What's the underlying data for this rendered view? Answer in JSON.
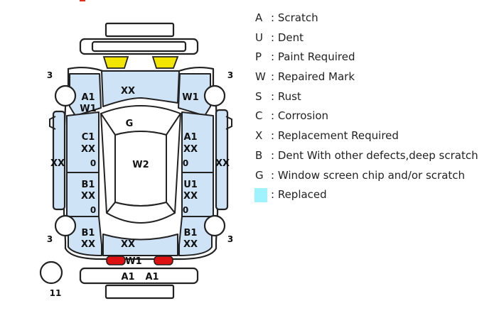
{
  "diagram": {
    "labels": {
      "hood": "XX",
      "roof_panel": "G",
      "roof": "W2",
      "left_front_fender": "A1",
      "left_front_fender_2": "W1",
      "right_front_fender": "W1",
      "left_front_door_1": "C1",
      "left_front_door_2": "XX",
      "right_front_door_1": "A1",
      "right_front_door_2": "XX",
      "left_rear_door_1": "B1",
      "left_rear_door_2": "XX",
      "right_rear_door_1": "U1",
      "right_rear_door_2": "XX",
      "left_rear_fender_1": "B1",
      "left_rear_fender_2": "XX",
      "right_rear_fender_1": "B1",
      "right_rear_fender_2": "XX",
      "trunk": "XX",
      "rear_panel": "W1",
      "rear_bumper_left": "A1",
      "rear_bumper_right": "A1",
      "left_sill": "XX",
      "right_sill": "XX",
      "door_edge_1": "0",
      "door_edge_2": "0",
      "door_edge_3": "0",
      "door_edge_4": "0",
      "wheel_fl": "3",
      "wheel_fr": "3",
      "wheel_rl": "3",
      "wheel_rr": "3",
      "spare_tire": "11"
    },
    "colors": {
      "panel_replaced": "#cfe3f7",
      "outline": "#222222",
      "headlights": "#f2e600",
      "taillights": "#dd1111"
    }
  },
  "legend": {
    "items": [
      {
        "code": "A",
        "desc": ": Scratch"
      },
      {
        "code": "U",
        "desc": ": Dent"
      },
      {
        "code": "P",
        "desc": ": Paint Required"
      },
      {
        "code": "W",
        "desc": ": Repaired Mark"
      },
      {
        "code": "S",
        "desc": ": Rust"
      },
      {
        "code": "C",
        "desc": ": Corrosion"
      },
      {
        "code": "X",
        "desc": ": Replacement Required"
      },
      {
        "code": "B",
        "desc": ": Dent With other defects,deep scratch"
      },
      {
        "code": "G",
        "desc": ":  Window screen chip and/or scratch"
      }
    ],
    "replaced": {
      "desc": ": Replaced",
      "color": "#9ff3ff"
    }
  }
}
